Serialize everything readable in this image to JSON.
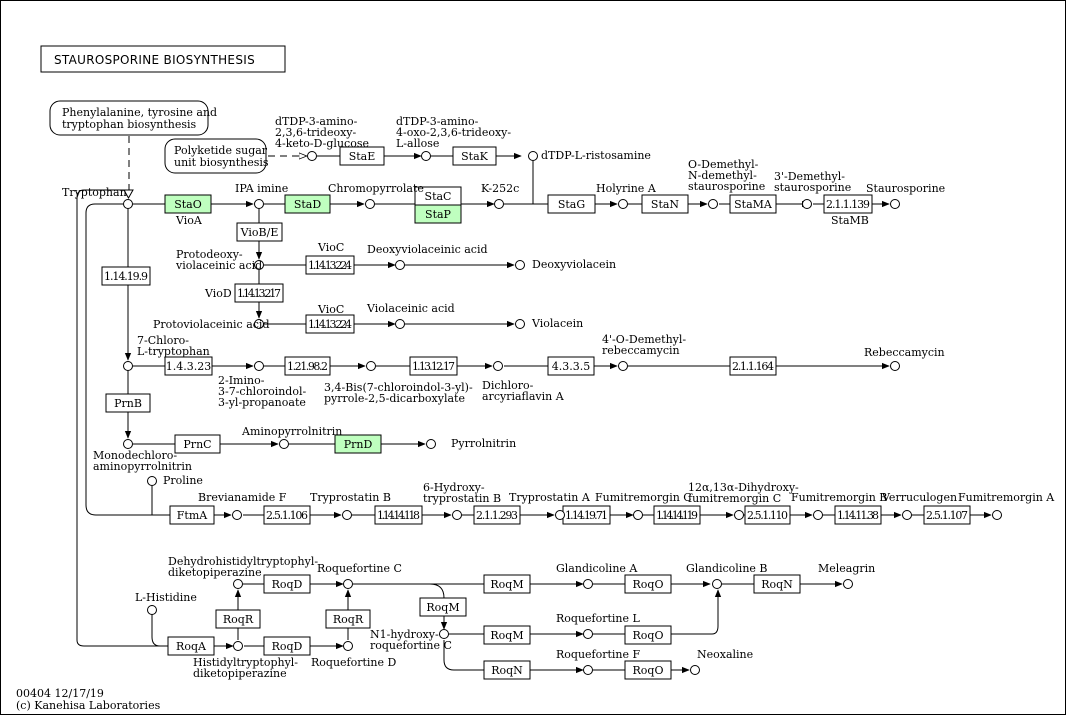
{
  "map": {
    "title": "STAUROSPORINE  BIOSYNTHESIS",
    "footer_id": "00404 12/17/19",
    "footer_copyright": "(c) Kanehisa Laboratories"
  },
  "colors": {
    "highlight": "#bfffbf",
    "stroke": "#000000",
    "background": "#ffffff"
  },
  "maps": [
    {
      "id": "m_phe",
      "lines": [
        "Phenylalanine, tyrosine and",
        "tryptophan biosynthesis"
      ]
    },
    {
      "id": "m_pks",
      "lines": [
        "Polyketide sugar",
        "unit biosynthesis"
      ]
    }
  ],
  "enzymes": [
    {
      "id": "staE",
      "label": "StaE"
    },
    {
      "id": "staK",
      "label": "StaK"
    },
    {
      "id": "staO",
      "label": "StaO",
      "highlight": true
    },
    {
      "id": "staD",
      "label": "StaD",
      "highlight": true
    },
    {
      "id": "staC",
      "label": "StaC"
    },
    {
      "id": "staP",
      "label": "StaP",
      "highlight": true
    },
    {
      "id": "staG",
      "label": "StaG"
    },
    {
      "id": "staN",
      "label": "StaN"
    },
    {
      "id": "staMA",
      "label": "StaMA"
    },
    {
      "id": "e21139",
      "label": "2.1.1.139"
    },
    {
      "id": "vioBE",
      "label": "VioB/E"
    },
    {
      "id": "e114199",
      "label": "1.14.19.9"
    },
    {
      "id": "e1141324a",
      "label": "1.14.13.224"
    },
    {
      "id": "e1141324b",
      "label": "1.14.13.224"
    },
    {
      "id": "e11413217",
      "label": "1.14.13.217"
    },
    {
      "id": "e14323",
      "label": "1.4.3.23"
    },
    {
      "id": "e121982",
      "label": "1.21.98.2"
    },
    {
      "id": "e1131217",
      "label": "1.13.12.17"
    },
    {
      "id": "e4335",
      "label": "4.3.3.5"
    },
    {
      "id": "e211164",
      "label": "2.1.1.164"
    },
    {
      "id": "prnB",
      "label": "PrnB"
    },
    {
      "id": "prnC",
      "label": "PrnC"
    },
    {
      "id": "prnD",
      "label": "PrnD",
      "highlight": true
    },
    {
      "id": "ftmA",
      "label": "FtmA"
    },
    {
      "id": "e251106",
      "label": "2.5.1.106"
    },
    {
      "id": "e11414118",
      "label": "1.14.14.118"
    },
    {
      "id": "e211293",
      "label": "2.1.1.293"
    },
    {
      "id": "e1141971",
      "label": "1.14.19.71"
    },
    {
      "id": "e11414119",
      "label": "1.14.14.119"
    },
    {
      "id": "e251110",
      "label": "2.5.1.110"
    },
    {
      "id": "e1141138",
      "label": "1.14.11.38"
    },
    {
      "id": "e251107",
      "label": "2.5.1.107"
    },
    {
      "id": "roqD1",
      "label": "RoqD"
    },
    {
      "id": "roqR1",
      "label": "RoqR"
    },
    {
      "id": "roqA",
      "label": "RoqA"
    },
    {
      "id": "roqD2",
      "label": "RoqD"
    },
    {
      "id": "roqR2",
      "label": "RoqR"
    },
    {
      "id": "roqM1",
      "label": "RoqM"
    },
    {
      "id": "roqM2",
      "label": "RoqM"
    },
    {
      "id": "roqM3",
      "label": "RoqM"
    },
    {
      "id": "roqO1",
      "label": "RoqO"
    },
    {
      "id": "roqO2",
      "label": "RoqO"
    },
    {
      "id": "roqO3",
      "label": "RoqO"
    },
    {
      "id": "roqN1",
      "label": "RoqN"
    },
    {
      "id": "roqN2",
      "label": "RoqN"
    }
  ],
  "compounds": [
    {
      "id": "c_dtdpGlc",
      "lines": [
        "dTDP-3-amino-",
        "2,3,6-trideoxy-",
        "4-keto-D-glucose"
      ]
    },
    {
      "id": "c_dtdpAll",
      "lines": [
        "dTDP-3-amino-",
        "4-oxo-2,3,6-trideoxy-",
        "L-allose"
      ]
    },
    {
      "id": "c_dtdpRis",
      "lines": [
        "dTDP-L-ristosamine"
      ]
    },
    {
      "id": "c_trp",
      "lines": [
        "Tryptophan"
      ]
    },
    {
      "id": "c_ipa",
      "lines": [
        "IPA imine"
      ]
    },
    {
      "id": "c_chromo",
      "lines": [
        "Chromopyrrolate"
      ]
    },
    {
      "id": "c_k252c",
      "lines": [
        "K-252c"
      ]
    },
    {
      "id": "c_holy",
      "lines": [
        "Holyrine A"
      ]
    },
    {
      "id": "c_odmn",
      "lines": [
        "O-Demethyl-",
        "N-demethyl-",
        "staurosporine"
      ]
    },
    {
      "id": "c_3dm",
      "lines": [
        "3'-Demethyl-",
        "staurosporine"
      ]
    },
    {
      "id": "c_stauro",
      "lines": [
        "Staurosporine"
      ]
    },
    {
      "id": "c_vioA",
      "lines": [
        "VioA"
      ]
    },
    {
      "id": "c_vioC1",
      "lines": [
        "VioC"
      ]
    },
    {
      "id": "c_vioC2",
      "lines": [
        "VioC"
      ]
    },
    {
      "id": "c_vioD",
      "lines": [
        "VioD"
      ]
    },
    {
      "id": "c_staMB",
      "lines": [
        "StaMB"
      ]
    },
    {
      "id": "c_protodeoxy",
      "lines": [
        "Protodeoxy-",
        "violaceinic acid"
      ]
    },
    {
      "id": "c_deoxyvioacid",
      "lines": [
        "Deoxyviolaceinic acid"
      ]
    },
    {
      "id": "c_deoxyvio",
      "lines": [
        "Deoxyviolacein"
      ]
    },
    {
      "id": "c_protovio",
      "lines": [
        "Protoviolaceinic acid"
      ]
    },
    {
      "id": "c_vioacid",
      "lines": [
        "Violaceinic acid"
      ]
    },
    {
      "id": "c_vio",
      "lines": [
        "Violacein"
      ]
    },
    {
      "id": "c_7cltrp",
      "lines": [
        "7-Chloro-",
        "L-tryptophan"
      ]
    },
    {
      "id": "c_2imino",
      "lines": [
        "2-Imino-",
        "3-7-chloroindol-",
        "3-yl-propanoate"
      ]
    },
    {
      "id": "c_bis",
      "lines": [
        "3,4-Bis(7-chloroindol-3-yl)-",
        "pyrrole-2,5-dicarboxylate"
      ]
    },
    {
      "id": "c_dichloro",
      "lines": [
        "Dichloro-",
        "arcyriaflavin A"
      ]
    },
    {
      "id": "c_4odm",
      "lines": [
        "4'-O-Demethyl-",
        "rebeccamycin"
      ]
    },
    {
      "id": "c_rebecca",
      "lines": [
        "Rebeccamycin"
      ]
    },
    {
      "id": "c_mono",
      "lines": [
        "Monodechloro-",
        "aminopyrrolnitrin"
      ]
    },
    {
      "id": "c_aminopyr",
      "lines": [
        "Aminopyrrolnitrin"
      ]
    },
    {
      "id": "c_pyr",
      "lines": [
        "Pyrrolnitrin"
      ]
    },
    {
      "id": "c_proline",
      "lines": [
        "Proline"
      ]
    },
    {
      "id": "c_brevi",
      "lines": [
        "Brevianamide F"
      ]
    },
    {
      "id": "c_trypB",
      "lines": [
        "Tryprostatin B"
      ]
    },
    {
      "id": "c_6oh",
      "lines": [
        "6-Hydroxy-",
        "tryprostatin B"
      ]
    },
    {
      "id": "c_trypA",
      "lines": [
        "Tryprostatin A"
      ]
    },
    {
      "id": "c_fumC",
      "lines": [
        "Fumitremorgin C"
      ]
    },
    {
      "id": "c_12dihy",
      "lines": [
        "12α,13α-Dihydroxy-",
        "fumitremorgin C"
      ]
    },
    {
      "id": "c_fumB",
      "lines": [
        "Fumitremorgin B"
      ]
    },
    {
      "id": "c_verru",
      "lines": [
        "Verruculogen"
      ]
    },
    {
      "id": "c_fumA",
      "lines": [
        "Fumitremorgin A"
      ]
    },
    {
      "id": "c_dhhtdk",
      "lines": [
        "Dehydrohistidyltryptophyl-",
        "diketopiperazine"
      ]
    },
    {
      "id": "c_roqC",
      "lines": [
        "Roquefortine C"
      ]
    },
    {
      "id": "c_glaA",
      "lines": [
        "Glandicoline A"
      ]
    },
    {
      "id": "c_glaB",
      "lines": [
        "Glandicoline B"
      ]
    },
    {
      "id": "c_melea",
      "lines": [
        "Meleagrin"
      ]
    },
    {
      "id": "c_lhis",
      "lines": [
        "L-Histidine"
      ]
    },
    {
      "id": "c_htdk",
      "lines": [
        "Histidyltryptophyl-",
        "diketopiperazine"
      ]
    },
    {
      "id": "c_roqD",
      "lines": [
        "Roquefortine D"
      ]
    },
    {
      "id": "c_n1",
      "lines": [
        "N1-hydroxy-",
        "roquefortine C"
      ]
    },
    {
      "id": "c_roqL",
      "lines": [
        "Roquefortine L"
      ]
    },
    {
      "id": "c_roqF",
      "lines": [
        "Roquefortine F"
      ]
    },
    {
      "id": "c_neox",
      "lines": [
        "Neoxaline"
      ]
    }
  ]
}
